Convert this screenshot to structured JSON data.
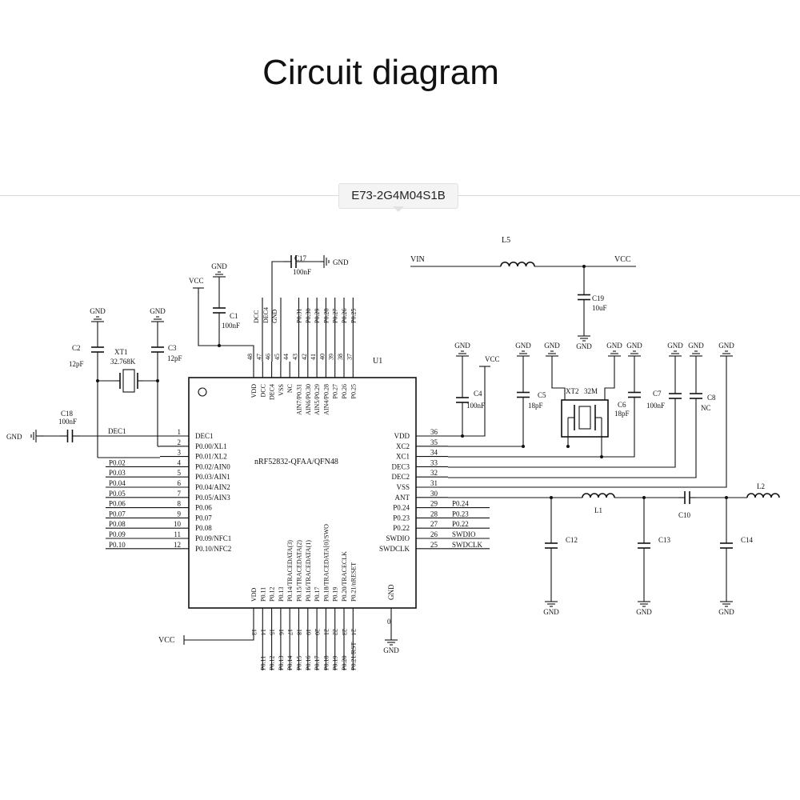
{
  "title": "Circuit diagram",
  "module_tag": "E73-2G4M04S1B",
  "chip": {
    "ref": "U1",
    "part": "nRF52832-QFAA/QFN48",
    "left_pins": [
      {
        "num": "1",
        "name": "DEC1",
        "net": "DEC1"
      },
      {
        "num": "2",
        "name": "P0.00/XL1",
        "net": ""
      },
      {
        "num": "3",
        "name": "P0.01/XL2",
        "net": ""
      },
      {
        "num": "4",
        "name": "P0.02/AIN0",
        "net": "P0.02"
      },
      {
        "num": "5",
        "name": "P0.03/AIN1",
        "net": "P0.03"
      },
      {
        "num": "6",
        "name": "P0.04/AIN2",
        "net": "P0.04"
      },
      {
        "num": "7",
        "name": "P0.05/AIN3",
        "net": "P0.05"
      },
      {
        "num": "8",
        "name": "P0.06",
        "net": "P0.06"
      },
      {
        "num": "9",
        "name": "P0.07",
        "net": "P0.07"
      },
      {
        "num": "10",
        "name": "P0.08",
        "net": "P0.08"
      },
      {
        "num": "11",
        "name": "P0.09/NFC1",
        "net": "P0.09"
      },
      {
        "num": "12",
        "name": "P0.10/NFC2",
        "net": "P0.10"
      }
    ],
    "right_pins": [
      {
        "num": "36",
        "name": "VDD",
        "net": ""
      },
      {
        "num": "35",
        "name": "XC2",
        "net": "XC2"
      },
      {
        "num": "34",
        "name": "XC1",
        "net": "XC1"
      },
      {
        "num": "33",
        "name": "DEC3",
        "net": "DEC3"
      },
      {
        "num": "32",
        "name": "DEC2",
        "net": "DEC2"
      },
      {
        "num": "31",
        "name": "VSS",
        "net": ""
      },
      {
        "num": "30",
        "name": "ANT",
        "net": ""
      },
      {
        "num": "29",
        "name": "P0.24",
        "net": "P0.24"
      },
      {
        "num": "28",
        "name": "P0.23",
        "net": "P0.23"
      },
      {
        "num": "27",
        "name": "P0.22",
        "net": "P0.22"
      },
      {
        "num": "26",
        "name": "SWDIO",
        "net": "SWDIO"
      },
      {
        "num": "25",
        "name": "SWDCLK",
        "net": "SWDCLK"
      }
    ],
    "top_pins": [
      {
        "num": "48",
        "name": "VDD",
        "net": ""
      },
      {
        "num": "47",
        "name": "DCC",
        "net": "DCC"
      },
      {
        "num": "46",
        "name": "DEC4",
        "net": "DEC4"
      },
      {
        "num": "45",
        "name": "VSS",
        "net": "GND"
      },
      {
        "num": "44",
        "name": "NC",
        "net": ""
      },
      {
        "num": "43",
        "name": "AIN7/P0.31",
        "net": "P0.31"
      },
      {
        "num": "42",
        "name": "AIN6/P0.30",
        "net": "P0.30"
      },
      {
        "num": "41",
        "name": "AIN5/P0.29",
        "net": "P0.29"
      },
      {
        "num": "40",
        "name": "AIN4/P0.28",
        "net": "P0.28"
      },
      {
        "num": "39",
        "name": "P0.27",
        "net": "P0.27"
      },
      {
        "num": "38",
        "name": "P0.26",
        "net": "P0.26"
      },
      {
        "num": "37",
        "name": "P0.25",
        "net": "P0.25"
      }
    ],
    "bottom_pins": [
      {
        "num": "13",
        "name": "VDD",
        "net": ""
      },
      {
        "num": "14",
        "name": "P0.11",
        "net": "P0.11"
      },
      {
        "num": "15",
        "name": "P0.12",
        "net": "P0.12"
      },
      {
        "num": "16",
        "name": "P0.13",
        "net": "P0.13"
      },
      {
        "num": "17",
        "name": "P0.14/TRACEDATA(3)",
        "net": "P0.14"
      },
      {
        "num": "18",
        "name": "P0.15/TRACEDATA(2)",
        "net": "P0.15"
      },
      {
        "num": "19",
        "name": "P0.16/TRACEDATA(1)",
        "net": "P0.16"
      },
      {
        "num": "20",
        "name": "P0.17",
        "net": "P0.17"
      },
      {
        "num": "21",
        "name": "P0.18/TRACEDATA[0]/SWO",
        "net": "P0.18"
      },
      {
        "num": "22",
        "name": "P0.19",
        "net": "P0.19"
      },
      {
        "num": "23",
        "name": "P0.20/TRACECLK",
        "net": "P0.20"
      },
      {
        "num": "24",
        "name": "P0.21/nRESET",
        "net": "P0.21/RST"
      }
    ],
    "ground_pin": {
      "num": "0",
      "name": "GND"
    }
  },
  "parts": {
    "C1": {
      "ref": "C1",
      "value": "100nF"
    },
    "C2": {
      "ref": "C2",
      "value": "12pF"
    },
    "C3": {
      "ref": "C3",
      "value": "12pF"
    },
    "C4": {
      "ref": "C4",
      "value": "100nF"
    },
    "C5": {
      "ref": "C5",
      "value": "18pF"
    },
    "C6": {
      "ref": "C6",
      "value": "18pF"
    },
    "C7": {
      "ref": "C7",
      "value": "100nF"
    },
    "C8": {
      "ref": "C8",
      "value": "NC"
    },
    "C10": {
      "ref": "C10"
    },
    "C12": {
      "ref": "C12"
    },
    "C13": {
      "ref": "C13"
    },
    "C14": {
      "ref": "C14"
    },
    "C17": {
      "ref": "C17",
      "value": "100nF"
    },
    "C18": {
      "ref": "C18",
      "value": "100nF"
    },
    "C19": {
      "ref": "C19",
      "value": "10uF"
    },
    "XT1": {
      "ref": "XT1",
      "value": "32.768K"
    },
    "XT2": {
      "ref": "XT2",
      "value": "32M"
    },
    "L1": {
      "ref": "L1"
    },
    "L2": {
      "ref": "L2"
    },
    "L5": {
      "ref": "L5"
    }
  },
  "nets": {
    "vin": "VIN",
    "vcc": "VCC",
    "gnd": "GND",
    "dec1": "DEC1"
  }
}
